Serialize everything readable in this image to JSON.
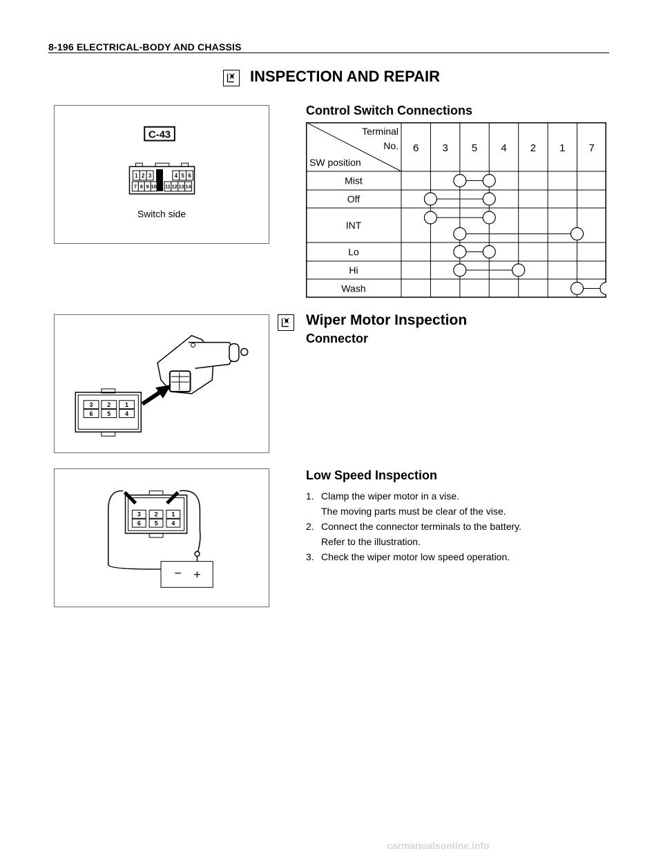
{
  "header": {
    "text": "8-196  ELECTRICAL-BODY AND CHASSIS"
  },
  "main_title": "INSPECTION AND REPAIR",
  "fig1": {
    "connector_id": "C-43",
    "caption": "Switch side",
    "top_pins": [
      "1",
      "2",
      "3",
      "4",
      "5",
      "6"
    ],
    "bottom_pins": [
      "7",
      "8",
      "9",
      "10",
      "11",
      "12",
      "13",
      "14"
    ]
  },
  "control_switch": {
    "title": "Control Switch Connections",
    "corner_terminal": "Terminal",
    "corner_no": "No.",
    "corner_sw": "SW position",
    "terminals": [
      "6",
      "3",
      "5",
      "4",
      "2",
      "1",
      "7"
    ],
    "rows": [
      {
        "label": "Mist",
        "connections": [
          [
            "3",
            "5"
          ]
        ]
      },
      {
        "label": "Off",
        "connections": [
          [
            "6",
            "5"
          ]
        ]
      },
      {
        "label": "INT",
        "connections": [
          [
            "6",
            "5"
          ],
          [
            "3",
            "1"
          ]
        ]
      },
      {
        "label": "Lo",
        "connections": [
          [
            "3",
            "5"
          ]
        ]
      },
      {
        "label": "Hi",
        "connections": [
          [
            "3",
            "4"
          ]
        ]
      },
      {
        "label": "Wash",
        "connections": [
          [
            "1",
            "7"
          ]
        ]
      }
    ]
  },
  "wiper_motor": {
    "title": "Wiper Motor Inspection",
    "subtitle": "Connector",
    "top_pins": [
      "3",
      "2",
      "1"
    ],
    "bottom_pins": [
      "6",
      "5",
      "4"
    ]
  },
  "low_speed": {
    "title": "Low Speed Inspection",
    "steps": [
      {
        "num": "1.",
        "text": "Clamp the wiper motor in a vise.",
        "cont": "The moving parts must be clear of the vise."
      },
      {
        "num": "2.",
        "text": "Connect the connector terminals to the battery.",
        "cont": "Refer to the illustration."
      },
      {
        "num": "3.",
        "text": "Check the wiper motor low speed operation.",
        "cont": ""
      }
    ],
    "battery_minus": "−",
    "battery_plus": "+"
  },
  "footer": {
    "watermark": "carmanualsonline.info"
  }
}
